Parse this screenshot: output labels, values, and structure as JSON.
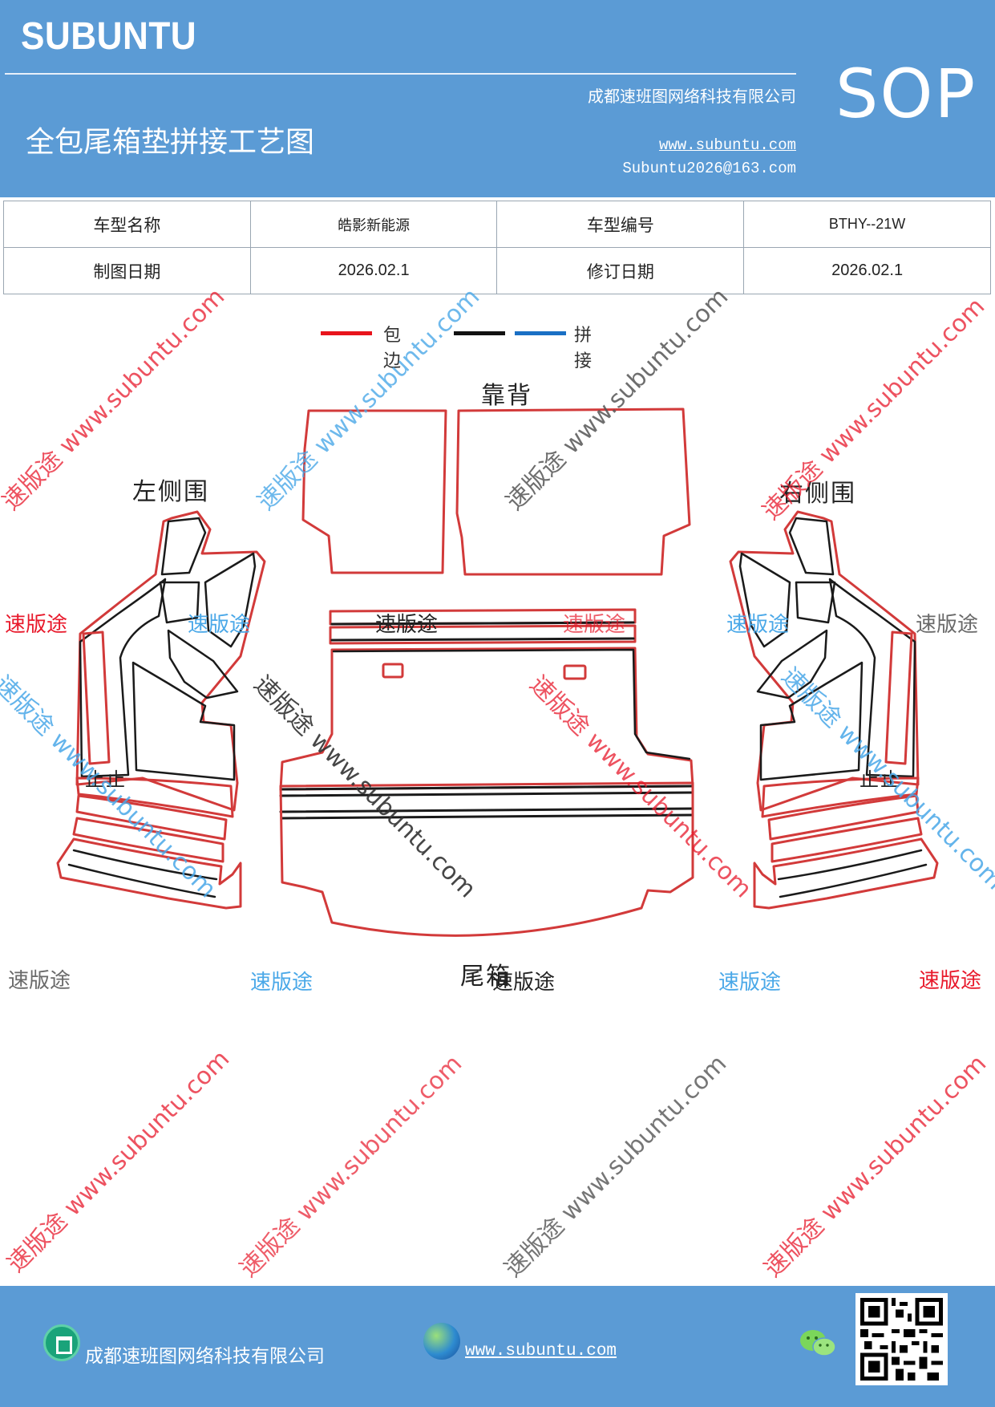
{
  "header": {
    "brand": "SUBUNTU",
    "company": "成都速班图网络科技有限公司",
    "title": "全包尾箱垫拼接工艺图",
    "website": "www.subuntu.com",
    "email": "Subuntu2026@163.com",
    "doc_type": "SOP"
  },
  "info_table": {
    "rows": [
      [
        "车型名称",
        "皓影新能源",
        "车型编号",
        "BTHY--21W"
      ],
      [
        "制图日期",
        "2026.02.1",
        "修订日期",
        "2026.02.1"
      ]
    ]
  },
  "legend": {
    "items": [
      {
        "label": "包边",
        "color": "#e8141c"
      },
      {
        "label": "",
        "color": "#111111"
      },
      {
        "label": "拼接",
        "color": "#1a6fc4"
      }
    ]
  },
  "parts": {
    "backrest": "靠背",
    "left_side": "左侧围",
    "right_side": "右侧围",
    "trunk": "尾箱",
    "left_mark": "止止",
    "right_mark": "止止"
  },
  "watermarks": {
    "short": "速版途",
    "long": "速版途 www.subuntu.com"
  },
  "footer": {
    "company": "成都速班图网络科技有限公司",
    "website": "www.subuntu.com"
  },
  "colors": {
    "header_bg": "#5b9bd5",
    "edge": "#d23a3a",
    "seam": "#1a1a1a"
  }
}
